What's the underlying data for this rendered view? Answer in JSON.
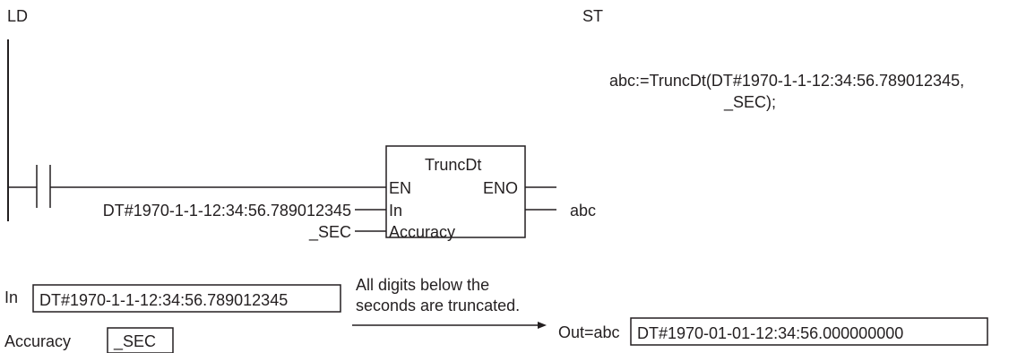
{
  "sections": {
    "ld_label": "LD",
    "st_label": "ST"
  },
  "st_code": {
    "line1": "abc:=TruncDt(DT#1970-1-1-12:34:56.789012345,",
    "line2": "_SEC);"
  },
  "function_block": {
    "name": "TruncDt",
    "inputs": [
      "EN",
      "In",
      "Accuracy"
    ],
    "outputs": [
      "ENO"
    ]
  },
  "ld_variables": {
    "in_value": "DT#1970-1-1-12:34:56.789012345",
    "accuracy_value": "_SEC",
    "output_var": "abc"
  },
  "example": {
    "in_label": "In",
    "in_value": "DT#1970-1-1-12:34:56.789012345",
    "accuracy_label": "Accuracy",
    "accuracy_value": "_SEC",
    "note_line1": "All digits below the",
    "note_line2": "seconds are truncated.",
    "out_label": "Out=abc",
    "out_value": "DT#1970-01-01-12:34:56.000000000"
  }
}
